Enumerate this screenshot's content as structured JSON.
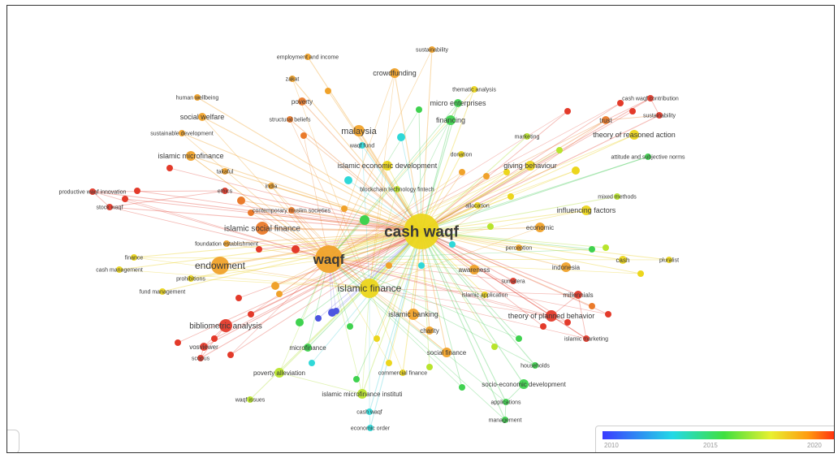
{
  "legend": {
    "ticks": [
      "2010",
      "2015",
      "2020"
    ]
  },
  "colors": {
    "blue": "#4c55e0",
    "cyan": "#2fd8d8",
    "green": "#3fd24f",
    "lime": "#b8e42c",
    "yellow": "#ecd61c",
    "orange": "#f0a22a",
    "dorange": "#ea7a2a",
    "red": "#e33a2a"
  },
  "network": {
    "hub": "cash waqf",
    "nodes": [
      {
        "label": "cash waqf",
        "size": 22,
        "color": "yellow",
        "font": 19,
        "strong": true
      },
      {
        "label": "waqf",
        "size": 17,
        "color": "orange",
        "font": 17,
        "strong": true
      },
      {
        "label": "islamic finance",
        "size": 12,
        "color": "yellow",
        "font": 12
      },
      {
        "label": "endowment",
        "size": 11,
        "color": "orange",
        "font": 12
      },
      {
        "label": "islamic social finance",
        "size": 8,
        "color": "dorange",
        "font": 10
      },
      {
        "label": "malaysia",
        "size": 7,
        "color": "orange",
        "font": 11
      },
      {
        "label": "crowdfunding",
        "size": 6,
        "color": "orange",
        "font": 9
      },
      {
        "label": "employment and income",
        "size": 4,
        "color": "orange",
        "font": 7
      },
      {
        "label": "sustainability",
        "size": 4,
        "color": "orange",
        "font": 7
      },
      {
        "label": "zakat",
        "size": 4,
        "color": "orange",
        "font": 7
      },
      {
        "label": "thematic analysis",
        "size": 4,
        "color": "yellow",
        "font": 7
      },
      {
        "label": "poverty",
        "size": 5,
        "color": "dorange",
        "font": 8
      },
      {
        "label": "micro enterprises",
        "size": 5,
        "color": "green",
        "font": 9
      },
      {
        "label": "human wellbeing",
        "size": 4,
        "color": "orange",
        "font": 7
      },
      {
        "label": "social welfare",
        "size": 5,
        "color": "orange",
        "font": 9
      },
      {
        "label": "structural beliefs",
        "size": 4,
        "color": "dorange",
        "font": 7
      },
      {
        "label": "financing",
        "size": 6,
        "color": "green",
        "font": 9
      },
      {
        "label": "cash waqf contribution",
        "size": 4,
        "color": "red",
        "font": 7
      },
      {
        "label": "trust",
        "size": 5,
        "color": "dorange",
        "font": 8
      },
      {
        "label": "sustainability",
        "size": 4,
        "color": "red",
        "font": 7
      },
      {
        "label": "sustainable development",
        "size": 4,
        "color": "orange",
        "font": 7
      },
      {
        "label": "waqf fund",
        "size": 4,
        "color": "cyan",
        "font": 7
      },
      {
        "label": "theory of reasoned action",
        "size": 6,
        "color": "yellow",
        "font": 9
      },
      {
        "label": "marketing",
        "size": 4,
        "color": "lime",
        "font": 7
      },
      {
        "label": "islamic microfinance",
        "size": 6,
        "color": "orange",
        "font": 9
      },
      {
        "label": "donation",
        "size": 4,
        "color": "yellow",
        "font": 7
      },
      {
        "label": "attitude and subjective norms",
        "size": 4,
        "color": "green",
        "font": 7
      },
      {
        "label": "islamic economic development",
        "size": 6,
        "color": "yellow",
        "font": 9
      },
      {
        "label": "giving behaviour",
        "size": 6,
        "color": "yellow",
        "font": 9
      },
      {
        "label": "takaful",
        "size": 4,
        "color": "orange",
        "font": 7
      },
      {
        "label": "india",
        "size": 4,
        "color": "orange",
        "font": 7
      },
      {
        "label": "ethics",
        "size": 4,
        "color": "red",
        "font": 7
      },
      {
        "label": "productive waqf innovation",
        "size": 4,
        "color": "red",
        "font": 7
      },
      {
        "label": "blockchain technology fintech",
        "size": 4,
        "color": "lime",
        "font": 7
      },
      {
        "label": "stock waqf",
        "size": 4,
        "color": "red",
        "font": 7
      },
      {
        "label": "mixed methods",
        "size": 4,
        "color": "lime",
        "font": 7
      },
      {
        "label": "contemporary muslim societies",
        "size": 4,
        "color": "dorange",
        "font": 7
      },
      {
        "label": "allocation",
        "size": 4,
        "color": "yellow",
        "font": 7
      },
      {
        "label": "influencing factors",
        "size": 6,
        "color": "yellow",
        "font": 9
      },
      {
        "label": "economic",
        "size": 6,
        "color": "orange",
        "font": 8
      },
      {
        "label": "foundation establishment",
        "size": 4,
        "color": "orange",
        "font": 7
      },
      {
        "label": "perception",
        "size": 4,
        "color": "orange",
        "font": 7
      },
      {
        "label": "finance",
        "size": 4,
        "color": "yellow",
        "font": 7
      },
      {
        "label": "cash",
        "size": 5,
        "color": "yellow",
        "font": 8
      },
      {
        "label": "pluralist",
        "size": 4,
        "color": "yellow",
        "font": 7
      },
      {
        "label": "cash management",
        "size": 4,
        "color": "yellow",
        "font": 7
      },
      {
        "label": "awareness",
        "size": 6,
        "color": "orange",
        "font": 8
      },
      {
        "label": "indonesia",
        "size": 6,
        "color": "orange",
        "font": 8
      },
      {
        "label": "prohibitions",
        "size": 4,
        "color": "yellow",
        "font": 7
      },
      {
        "label": "fund management",
        "size": 4,
        "color": "yellow",
        "font": 7
      },
      {
        "label": "islamic application",
        "size": 4,
        "color": "yellow",
        "font": 7
      },
      {
        "label": "millennials",
        "size": 5,
        "color": "red",
        "font": 8
      },
      {
        "label": "sumatera",
        "size": 4,
        "color": "red",
        "font": 7
      },
      {
        "label": "islamic banking",
        "size": 7,
        "color": "orange",
        "font": 9
      },
      {
        "label": "theory of planned behavior",
        "size": 7,
        "color": "red",
        "font": 9
      },
      {
        "label": "bibliometric analysis",
        "size": 8,
        "color": "red",
        "font": 10
      },
      {
        "label": "charity",
        "size": 5,
        "color": "orange",
        "font": 8
      },
      {
        "label": "islamic marketing",
        "size": 4,
        "color": "red",
        "font": 7
      },
      {
        "label": "microfinance",
        "size": 5,
        "color": "green",
        "font": 8
      },
      {
        "label": "vosviewer",
        "size": 5,
        "color": "red",
        "font": 8
      },
      {
        "label": "social finance",
        "size": 6,
        "color": "orange",
        "font": 8
      },
      {
        "label": "scopus",
        "size": 4,
        "color": "red",
        "font": 7
      },
      {
        "label": "households",
        "size": 4,
        "color": "green",
        "font": 7
      },
      {
        "label": "commercial finance",
        "size": 4,
        "color": "yellow",
        "font": 7
      },
      {
        "label": "poverty alleviation",
        "size": 6,
        "color": "lime",
        "font": 8
      },
      {
        "label": "socio-economic development",
        "size": 6,
        "color": "green",
        "font": 8
      },
      {
        "label": "islamic microfinance instituti",
        "size": 6,
        "color": "lime",
        "font": 8
      },
      {
        "label": "waqf issues",
        "size": 4,
        "color": "lime",
        "font": 7
      },
      {
        "label": "applications",
        "size": 4,
        "color": "green",
        "font": 7
      },
      {
        "label": "cash waqf",
        "size": 4,
        "color": "cyan",
        "font": 7
      },
      {
        "label": "management",
        "size": 4,
        "color": "green",
        "font": 7
      },
      {
        "label": "economic order",
        "size": 4,
        "color": "cyan",
        "font": 7
      }
    ]
  }
}
